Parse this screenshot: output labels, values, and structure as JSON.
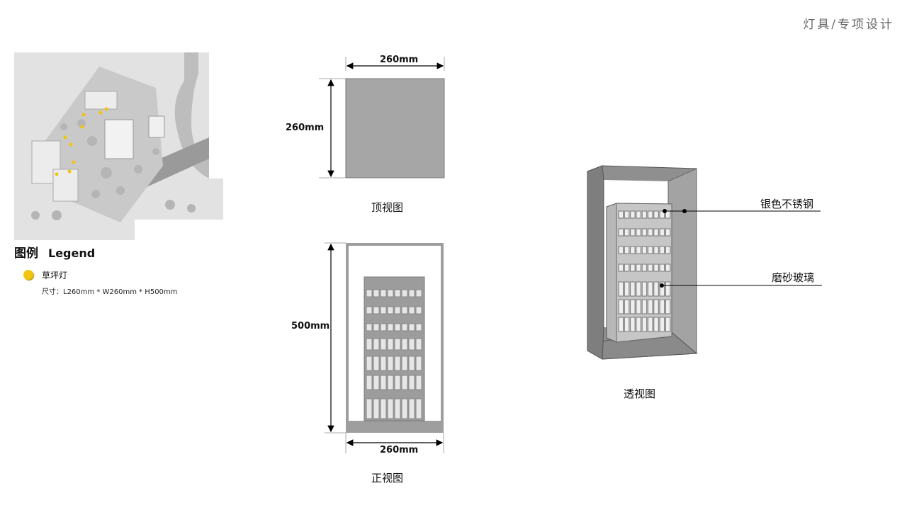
{
  "header": {
    "title": "灯具/专项设计"
  },
  "legend": {
    "title_cn": "图例",
    "title_en": "Legend",
    "item_name": "草坪灯",
    "item_size": "尺寸：L260mm * W260mm * H500mm",
    "item_color": "#f1c40f"
  },
  "top_view": {
    "width_label": "260mm",
    "height_label": "260mm",
    "caption": "顶视图"
  },
  "front_view": {
    "height_label": "500mm",
    "width_label": "260mm",
    "caption": "正视图"
  },
  "perspective": {
    "caption": "透视图",
    "annotation_1": "银色不锈钢",
    "annotation_2": "磨砂玻璃"
  }
}
